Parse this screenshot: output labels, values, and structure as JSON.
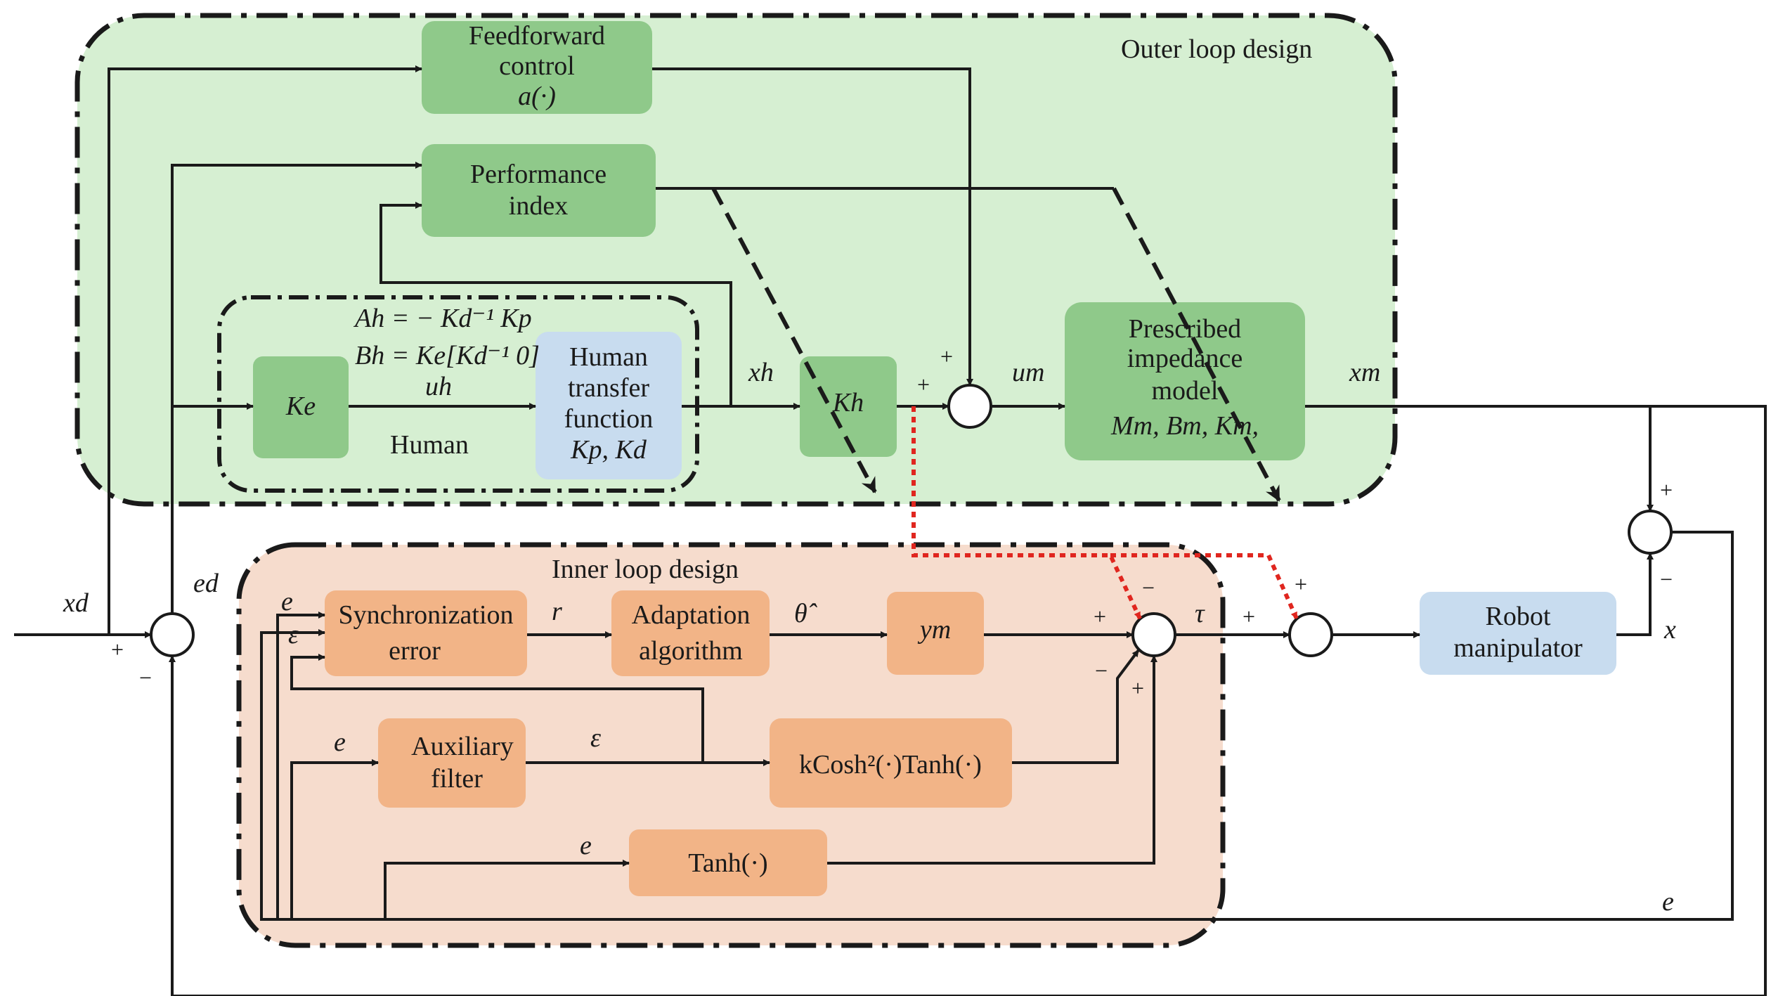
{
  "regions": {
    "outer_title": "Outer loop design",
    "inner_title": "Inner loop design",
    "human_label": "Human"
  },
  "blocks": {
    "feedforward": [
      "Feedforward",
      "control",
      "a(·)"
    ],
    "performance": [
      "Performance",
      "index"
    ],
    "ke": "Ke",
    "human_tf": [
      "Human",
      "transfer",
      "function",
      "Kp, Kd"
    ],
    "kh": "Kh",
    "impedance": [
      "Prescribed",
      "impedance",
      "model",
      "Mm, Bm, Km,"
    ],
    "sync_error": [
      "Synchronization",
      "error"
    ],
    "adaptation": [
      "Adaptation",
      "algorithm"
    ],
    "ym": "ym",
    "aux_filter": [
      "Auxiliary",
      "filter"
    ],
    "kcosh": "kCosh²(·)Tanh(·)",
    "tanh": "Tanh(·)",
    "robot": [
      "Robot",
      "manipulator"
    ]
  },
  "equations": {
    "ah": "Ah = − Kd⁻¹ Kp",
    "bh": "Bh = Ke[Kd⁻¹  0]"
  },
  "signals": {
    "xd": "xd",
    "ed": "ed",
    "uh": "uh",
    "xh": "xh",
    "um": "um",
    "xm": "xm",
    "x": "x",
    "e": "e",
    "epsilon": "ε",
    "r": "r",
    "theta_hat": "θ̂",
    "tau": "τ"
  },
  "signs": {
    "plus": "+",
    "minus": "−"
  },
  "colors": {
    "outer_bg": "#d6efd2",
    "outer_block": "#8fc98a",
    "inner_bg": "#f6dccd",
    "inner_block": "#f2b487",
    "blue_block": "#c8dcef",
    "line": "#1a1a1a",
    "red_dotted": "#e0261f"
  }
}
